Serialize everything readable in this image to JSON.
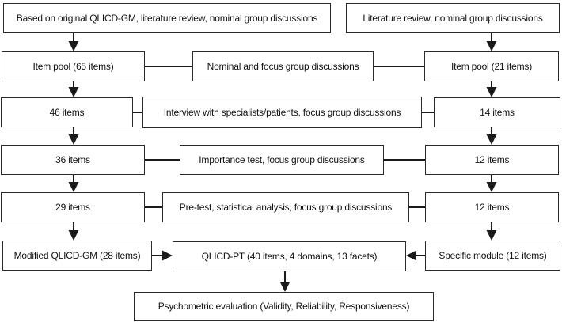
{
  "boxes": {
    "gm_source": "Based on original QLICD-GM, literature review, nominal group discussions",
    "sm_source": "Literature review, nominal group discussions",
    "gm_item_pool": "Item pool (65 items)",
    "nominal_focus_discussions": "Nominal and focus group discussions",
    "sm_item_pool": "Item pool (21 items)",
    "gm_items_46": "46 items",
    "interview_step": "Interview with specialists/patients, focus group discussions",
    "sm_items_14": "14 items",
    "gm_items_36": "36 items",
    "importance_step": "Importance test, focus group discussions",
    "sm_items_12a": "12 items",
    "gm_items_29": "29 items",
    "pretest_step": "Pre-test, statistical analysis, focus group discussions",
    "sm_items_12b": "12 items",
    "modified_gm": "Modified QLICD-GM (28 items)",
    "qlicd_pt": "QLICD-PT (40 items, 4 domains, 13 facets)",
    "specific_module": "Specific module (12 items)",
    "psychometric": "Psychometric evaluation (Validity, Reliability, Responsiveness)"
  },
  "colors": {
    "box_border": "#2b2b2b",
    "connector_line": "#1a1a1a",
    "text": "#111111",
    "background": "#ffffff"
  }
}
